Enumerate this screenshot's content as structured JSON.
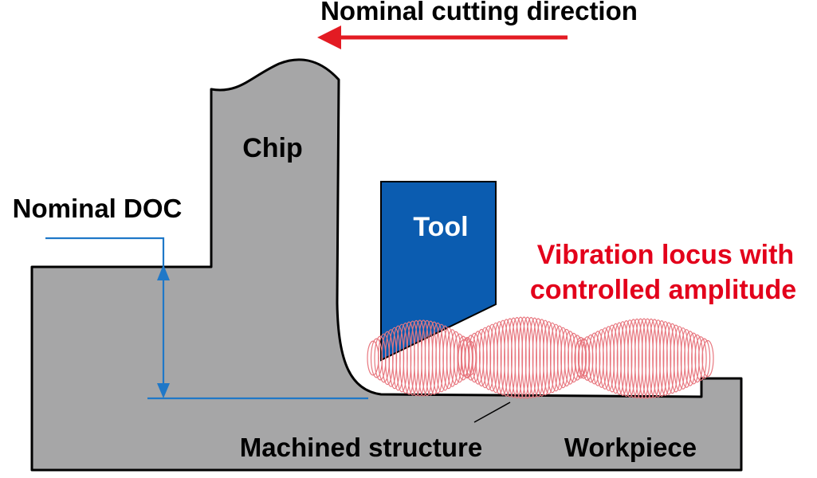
{
  "labels": {
    "direction": "Nominal cutting direction",
    "chip": "Chip",
    "nominal_doc": "Nominal DOC",
    "tool": "Tool",
    "vibration_line1": "Vibration locus with",
    "vibration_line2": "controlled amplitude",
    "machined_structure": "Machined structure",
    "workpiece": "Workpiece"
  },
  "colors": {
    "workpiece_fill": "#a6a6a7",
    "outline": "#000000",
    "tool_fill": "#0b5cb0",
    "tool_text": "#ffffff",
    "arrow": "#e31b23",
    "vibration_text": "#e3001b",
    "vibration_locus": "#e8777f",
    "doc_line": "#1f78c8"
  }
}
